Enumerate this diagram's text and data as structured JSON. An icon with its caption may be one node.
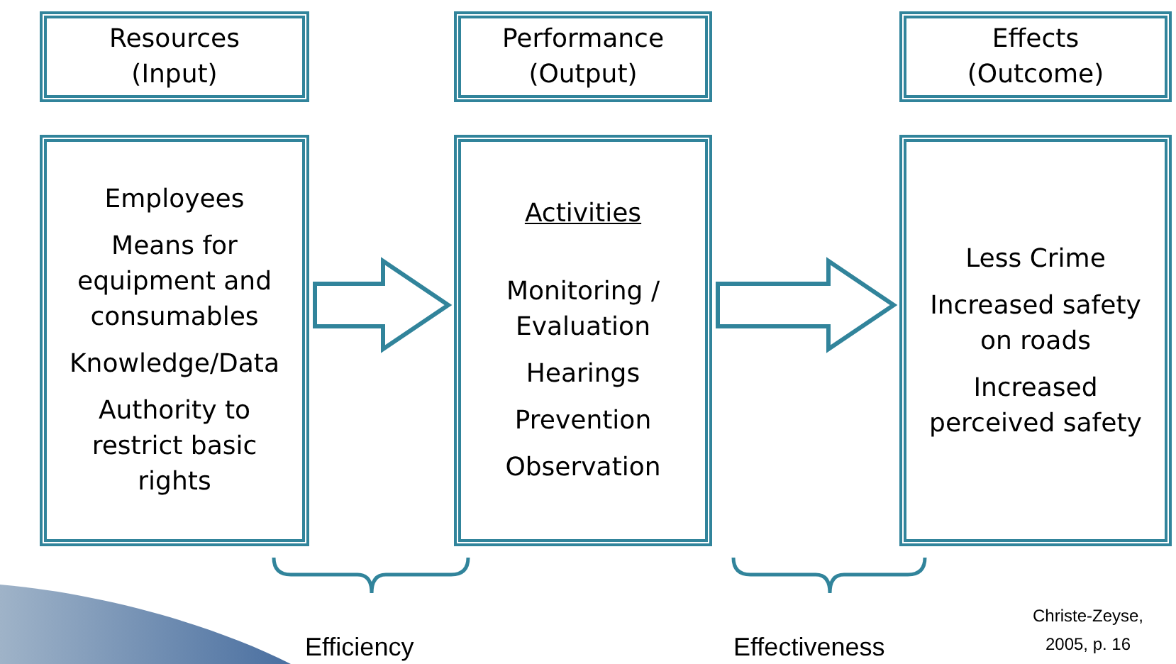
{
  "diagram": {
    "nodes": [
      {
        "text": [
          "Resources (Input)"
        ]
      },
      {
        "text": [
          "Performance (Output)"
        ]
      },
      {
        "text": [
          "Effects (Outcome)"
        ]
      },
      {
        "text": [
          "Employees",
          "Means for equipment and consumables",
          "Knowledge/Data",
          "Authority to restrict basic rights"
        ]
      },
      {
        "text": [
          "Activities",
          "Monitoring / Evaluation",
          "Hearings",
          "Prevention",
          "Observation"
        ]
      },
      {
        "text": [
          "Less Crime",
          "Increased safety on roads",
          "Increased perceived safety"
        ]
      }
    ],
    "edges": [
      {
        "from": 3,
        "to": 4,
        "arrow": "to"
      },
      {
        "from": 4,
        "to": 5,
        "arrow": "to"
      }
    ],
    "labels": [
      "Efficiency",
      "Effectiveness",
      "Christe-Zeyse, 2005, p. 16"
    ]
  }
}
